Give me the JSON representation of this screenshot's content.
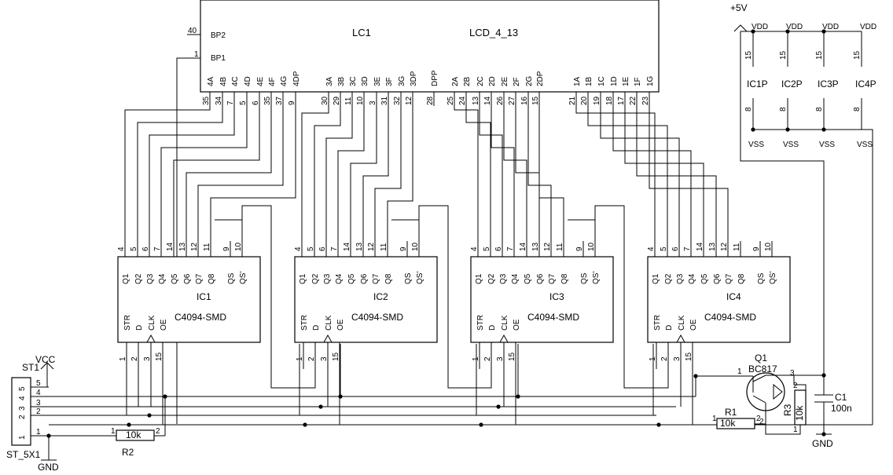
{
  "lcd": {
    "ref": "LC1",
    "name": "LCD_4_13",
    "bp2_label": "BP2",
    "bp2_pin": "40",
    "bp1_label": "BP1",
    "bp1_pin": "1",
    "segments": [
      {
        "label": "4A",
        "pin": "35"
      },
      {
        "label": "4B",
        "pin": "34"
      },
      {
        "label": "4C",
        "pin": "7"
      },
      {
        "label": "4D",
        "pin": "5"
      },
      {
        "label": "4E",
        "pin": "6"
      },
      {
        "label": "4F",
        "pin": "35"
      },
      {
        "label": "4G",
        "pin": "37"
      },
      {
        "label": "4DP",
        "pin": "9"
      },
      {
        "label": "3A",
        "pin": "30"
      },
      {
        "label": "3B",
        "pin": "29"
      },
      {
        "label": "3C",
        "pin": "11"
      },
      {
        "label": "3D",
        "pin": "10"
      },
      {
        "label": "3E",
        "pin": "3"
      },
      {
        "label": "3F",
        "pin": "31"
      },
      {
        "label": "3G",
        "pin": "32"
      },
      {
        "label": "3DP",
        "pin": "12"
      },
      {
        "label": "DPP",
        "pin": "28"
      },
      {
        "label": "2A",
        "pin": "25"
      },
      {
        "label": "2B",
        "pin": "24"
      },
      {
        "label": "2C",
        "pin": "13"
      },
      {
        "label": "2D",
        "pin": "14"
      },
      {
        "label": "2E",
        "pin": "26"
      },
      {
        "label": "2F",
        "pin": "27"
      },
      {
        "label": "2G",
        "pin": "16"
      },
      {
        "label": "2DP",
        "pin": "15"
      },
      {
        "label": "1A",
        "pin": "21"
      },
      {
        "label": "1B",
        "pin": "20"
      },
      {
        "label": "1C",
        "pin": "19"
      },
      {
        "label": "1D",
        "pin": "18"
      },
      {
        "label": "1E",
        "pin": "17"
      },
      {
        "label": "1F",
        "pin": "22"
      },
      {
        "label": "1G",
        "pin": "23"
      }
    ]
  },
  "chips": [
    {
      "ref": "IC1",
      "part": "C4094-SMD"
    },
    {
      "ref": "IC2",
      "part": "C4094-SMD"
    },
    {
      "ref": "IC3",
      "part": "C4094-SMD"
    },
    {
      "ref": "IC4",
      "part": "C4094-SMD"
    }
  ],
  "chip_outputs": [
    {
      "label": "Q1",
      "pin": "4"
    },
    {
      "label": "Q2",
      "pin": "5"
    },
    {
      "label": "Q3",
      "pin": "6"
    },
    {
      "label": "Q4",
      "pin": "7"
    },
    {
      "label": "Q5",
      "pin": "14"
    },
    {
      "label": "Q6",
      "pin": "13"
    },
    {
      "label": "Q7",
      "pin": "12"
    },
    {
      "label": "Q8",
      "pin": "11"
    },
    {
      "label": "QS",
      "pin": "9"
    },
    {
      "label": "QS'",
      "pin": "10"
    }
  ],
  "chip_inputs": [
    {
      "label": "STR",
      "pin": "1"
    },
    {
      "label": "D",
      "pin": "2"
    },
    {
      "label": "CLK",
      "pin": "3"
    },
    {
      "label": "OE",
      "pin": "15"
    }
  ],
  "power": {
    "net_top": "+5V",
    "units": [
      {
        "ref": "IC1P",
        "vdd": "VDD",
        "vss": "VSS",
        "vdd_pin": "15",
        "vss_pin": "8"
      },
      {
        "ref": "IC2P",
        "vdd": "VDD",
        "vss": "VSS",
        "vdd_pin": "15",
        "vss_pin": "8"
      },
      {
        "ref": "IC3P",
        "vdd": "VDD",
        "vss": "VSS",
        "vdd_pin": "15",
        "vss_pin": "8"
      },
      {
        "ref": "IC4P",
        "vdd": "VDD",
        "vss": "VSS",
        "vdd_pin": "15",
        "vss_pin": "8"
      }
    ]
  },
  "connector": {
    "ref": "ST1",
    "name": "ST_5X1",
    "vcc": "VCC",
    "gnd": "GND",
    "pins": [
      "5",
      "4",
      "3",
      "2",
      "1"
    ]
  },
  "r2": {
    "ref": "R2",
    "value": "10k",
    "pin1": "1",
    "pin2": "2"
  },
  "r1": {
    "ref": "R1",
    "value": "10k",
    "pin1": "1",
    "pin2": "2"
  },
  "r3": {
    "ref": "R3",
    "value": "10k",
    "pin1": "1",
    "pin2": "2"
  },
  "q1": {
    "ref": "Q1",
    "part": "BC817",
    "pin1": "1",
    "pin2": "2",
    "pin3": "3"
  },
  "c1": {
    "ref": "C1",
    "value": "100n"
  },
  "gnd_label": "GND"
}
